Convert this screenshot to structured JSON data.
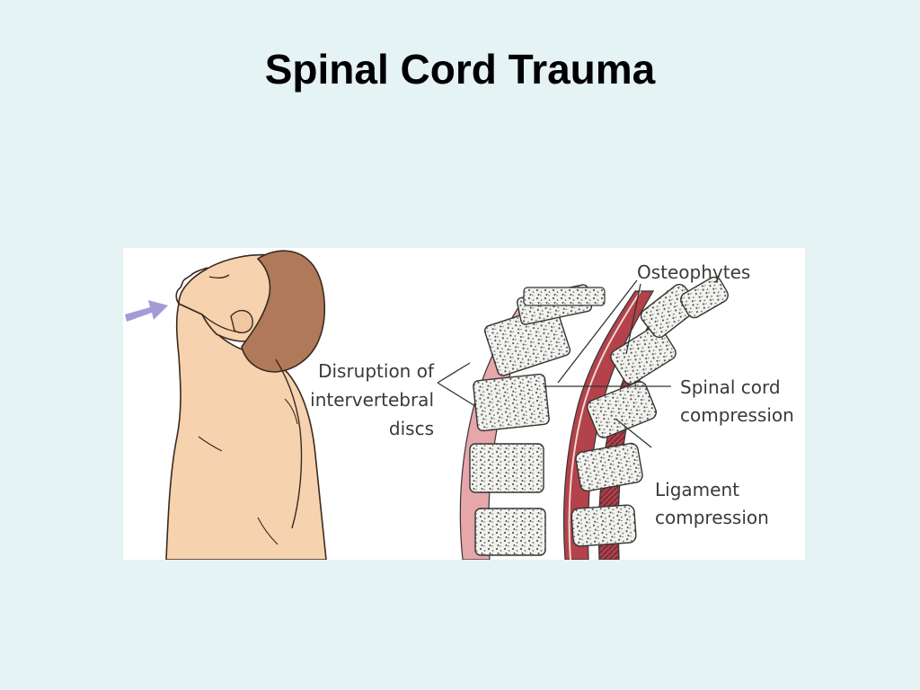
{
  "slide": {
    "title": "Spinal Cord Trauma"
  },
  "figure": {
    "labels": {
      "osteophytes": "Osteophytes",
      "disruption_line1": "Disruption of",
      "disruption_line2": "intervertebral",
      "disruption_line3": "discs",
      "spinal_cord_line1": "Spinal cord",
      "spinal_cord_line2": "compression",
      "ligament_line1": "Ligament",
      "ligament_line2": "compression"
    }
  },
  "colors": {
    "background": "#e6f3f4",
    "skin": "#f6d2ae",
    "hair": "#b07a5a",
    "arrow": "#a59ad8",
    "disc_pink": "#e7a7aa",
    "canal_red": "#b3424a",
    "bone": "#f1f1ef"
  }
}
